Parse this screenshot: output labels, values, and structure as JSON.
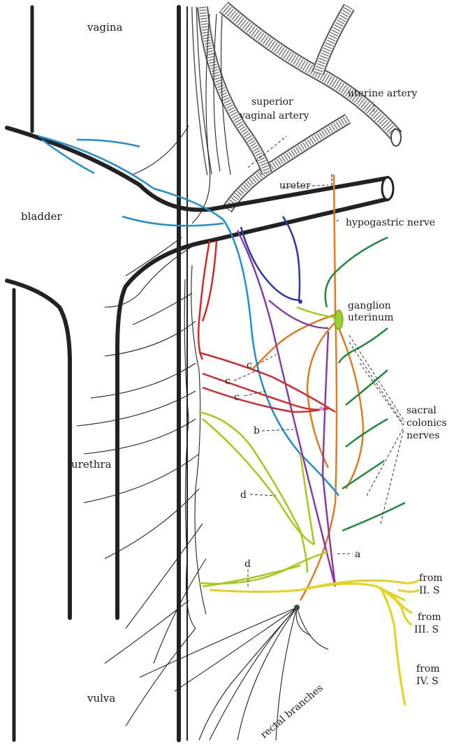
{
  "figure": {
    "labels": {
      "vagina": "vagina",
      "superior_vaginal_artery_1": "superior",
      "superior_vaginal_artery_2": "vaginal artery",
      "uterine_artery": "uterine artery",
      "ureter": "ureter",
      "bladder": "bladder",
      "hypogastric_nerve": "hypogastric nerve",
      "ganglion_1": "ganglion",
      "ganglion_2": "uterinum",
      "c1": "c",
      "c2": "c",
      "c3": "c",
      "b": "b",
      "d1": "d",
      "d2": "d",
      "a": "a",
      "sacral_1": "sacral",
      "sacral_2": "colonics",
      "sacral_3": "nerves",
      "urethra": "urethra",
      "from_II_1": "from",
      "from_II_2": "II. S",
      "from_III_1": "from",
      "from_III_2": "III. S",
      "from_IV_1": "from",
      "from_IV_2": "IV. S",
      "vulva": "vulva",
      "rectal_branches": "rectal branches"
    },
    "colors": {
      "ink": "#222222",
      "vessel": "#3a3a3a",
      "hypogastric": "#e07b1f",
      "blue": "#1f8fd0",
      "navy": "#2a36b0",
      "purple": "#8a3aa8",
      "red": "#d62828",
      "lime": "#a6c919",
      "yellow": "#e6d21a",
      "green": "#1f8a3a",
      "ganglion": "#9acd32"
    }
  }
}
